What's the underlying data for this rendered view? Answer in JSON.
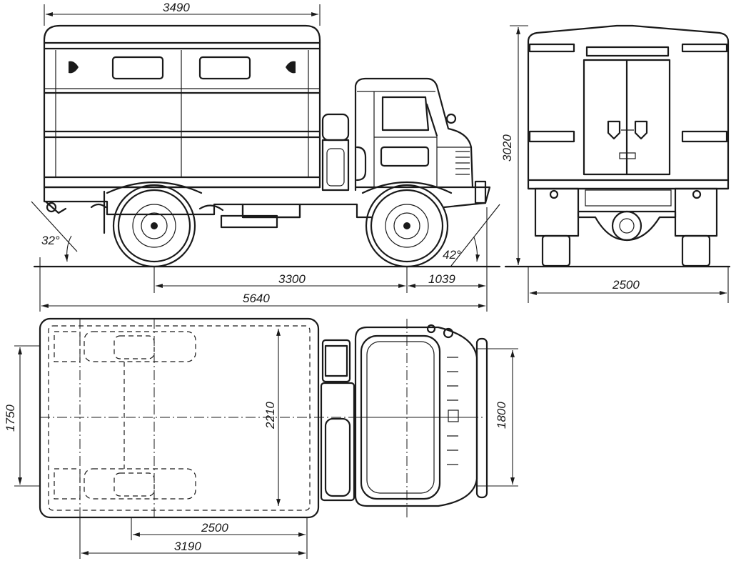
{
  "dimensions": {
    "body_length": "3490",
    "wheelbase": "3300",
    "front_overhang": "1039",
    "overall_length": "5640",
    "approach_angle": "42°",
    "departure_angle": "32°",
    "overall_height": "3020",
    "track_rear_view": "2500",
    "body_width": "2210",
    "cab_width": "1800",
    "track_top_view": "1750",
    "body_floor_length": "2500",
    "top_view_length": "3190"
  },
  "colors": {
    "ink": "#1a1a1a",
    "paper": "#ffffff"
  }
}
